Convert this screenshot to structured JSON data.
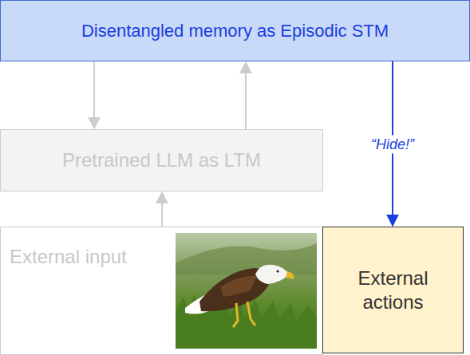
{
  "diagram": {
    "nodes": [
      {
        "text": [
          "Disentangled memory as Episodic STM"
        ]
      },
      {
        "text": [
          "Pretrained LLM as LTM"
        ]
      },
      {
        "text": [
          "External input"
        ]
      },
      {
        "text": [
          "External actions"
        ]
      }
    ],
    "edges": [
      {
        "from": 0,
        "to": 1,
        "arrow": "to"
      },
      {
        "from": 1,
        "to": 0,
        "arrow": "to"
      },
      {
        "from": 2,
        "to": 1,
        "arrow": "to"
      },
      {
        "from": 0,
        "to": 3,
        "label": "“Hide!”",
        "arrow": "to"
      }
    ]
  }
}
